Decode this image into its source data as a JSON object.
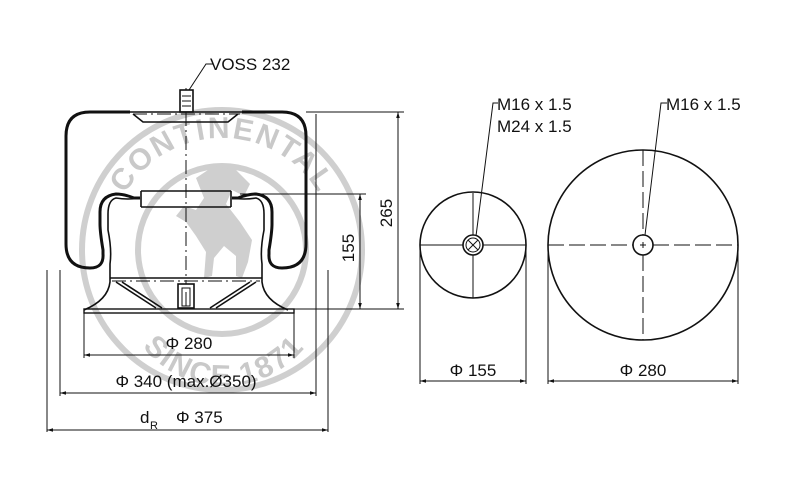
{
  "side_view": {
    "valve_label": "VOSS 232",
    "height_total": "265",
    "height_piston": "155",
    "dia_piston_base": "Φ 280",
    "dia_bellow": "Φ 340 (max.Ø350)",
    "dia_roll_prefix": "d",
    "dia_roll_subscript": "R",
    "dia_roll_value": "Φ 375"
  },
  "bottom_view": {
    "thread_1": "M16 x 1.5",
    "thread_2": "M24 x 1.5",
    "diameter": "Φ 155"
  },
  "top_view": {
    "thread": "M16 x 1.5",
    "diameter": "Φ 280"
  },
  "watermark": {
    "top_text": "CONTINENTAL",
    "bottom_text": "SINCE 1871",
    "color": "#c9c9c9"
  },
  "colors": {
    "line": "#111111",
    "background": "#ffffff"
  }
}
